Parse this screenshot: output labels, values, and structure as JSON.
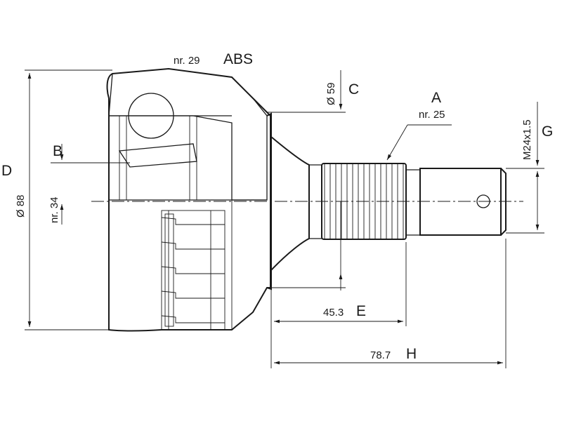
{
  "diagram": {
    "labels": {
      "abs_count": "nr. 29",
      "abs": "ABS",
      "c_dim": "Ø 59",
      "c": "C",
      "a": "A",
      "a_count": "nr. 25",
      "g_dim": "M24x1.5",
      "g": "G",
      "b": "B",
      "d": "D",
      "d_dim": "Ø 88",
      "b_count": "nr. 34",
      "e_dim": "45.3",
      "e": "E",
      "h_dim": "78.7",
      "h": "H"
    }
  }
}
